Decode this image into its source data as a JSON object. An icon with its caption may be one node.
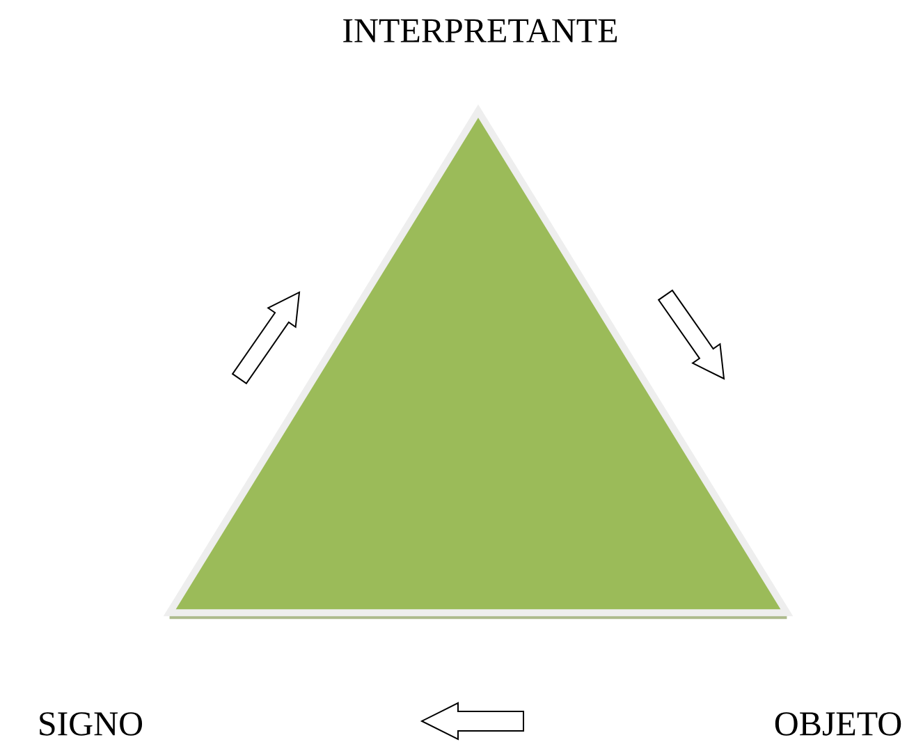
{
  "diagram": {
    "nodes": [
      {
        "text": [
          "INTERPRETANTE"
        ]
      },
      {
        "text": [
          "SIGNO"
        ]
      },
      {
        "text": [
          "OBJETO"
        ]
      },
      {
        "text": [],
        "shape": "triangle"
      }
    ]
  }
}
